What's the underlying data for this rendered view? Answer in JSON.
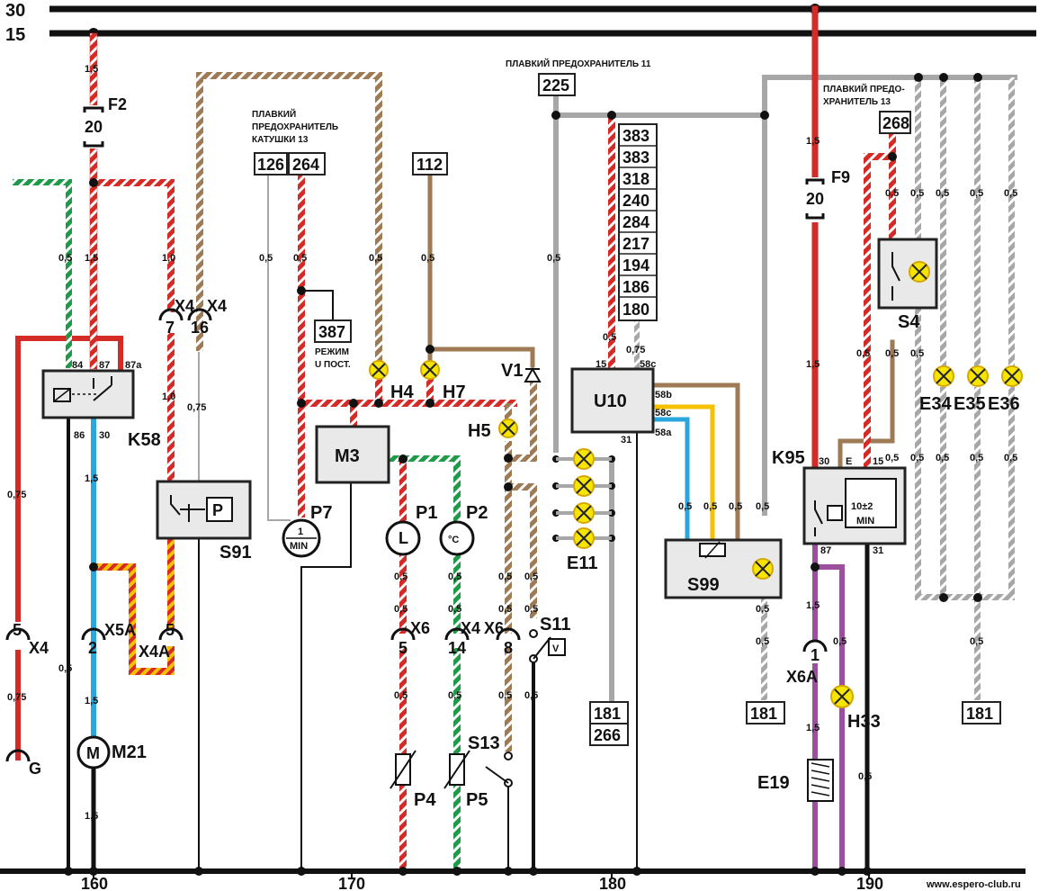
{
  "rails": {
    "top": "30",
    "second": "15"
  },
  "scale": {
    "ticks": [
      "160",
      "170",
      "180",
      "190"
    ]
  },
  "watermark": "www.espero-club.ru",
  "fuse_notes": {
    "fuse11": "ПЛАВКИЙ ПРЕДОХРАНИТЕЛЬ 11",
    "fuse13_right_1": "ПЛАВКИЙ ПРЕДО-",
    "fuse13_right_2": "ХРАНИТЕЛЬ 13",
    "coil_1": "ПЛАВКИЙ",
    "coil_2": "ПРЕДОХРАНИТЕЛЬ",
    "coil_3": "КАТУШКИ 13"
  },
  "mode_note": {
    "line1": "РЕЖИМ",
    "line2": "U ПОСТ."
  },
  "refs": {
    "r225": "225",
    "r268": "268",
    "r126": "126",
    "r264": "264",
    "r112": "112",
    "r387": "387",
    "col": [
      "383",
      "383",
      "318",
      "240",
      "284",
      "217",
      "194",
      "186",
      "180"
    ],
    "r181a": "181",
    "r266": "266",
    "r181b": "181",
    "r181c": "181"
  },
  "fuses": {
    "f2": "F2",
    "f2_val": "20",
    "f9": "F9",
    "f9_val": "20"
  },
  "components": {
    "K58": "K58",
    "K95": "K95",
    "M3": "M3",
    "M21": "M21",
    "P7": "P7",
    "P1": "P1",
    "P2": "P2",
    "P4": "P4",
    "P5": "P5",
    "S91": "S91",
    "S99": "S99",
    "S4": "S4",
    "S11": "S11",
    "S13": "S13",
    "U10": "U10",
    "V1": "V1",
    "H4": "H4",
    "H7": "H7",
    "H5": "H5",
    "H33": "H33",
    "E11": "E11",
    "E19": "E19",
    "E34": "E34",
    "E35": "E35",
    "E36": "E36"
  },
  "component_text": {
    "p_box": "P",
    "m21_sym": "M",
    "p1_sym": "L",
    "p2_sym": "°C",
    "p7_top": "1",
    "p7_bot": "MIN",
    "k95_top": "10±2",
    "k95_bot": "MIN",
    "s11_box": "V"
  },
  "pins": {
    "k58_84": "84",
    "k58_87": "87",
    "k58_87a": "87a",
    "k58_86": "86",
    "k58_30": "30",
    "k95_30": "30",
    "k95_E": "E",
    "k95_15": "15",
    "k95_87": "87",
    "k95_31": "31",
    "u10_15": "15",
    "u10_58c_top": "58c",
    "u10_58b": "58b",
    "u10_58c": "58c",
    "u10_58a": "58a",
    "u10_31": "31"
  },
  "connectors": {
    "x4_1": "X4",
    "x4_1_pin": "7",
    "x4_2": "X4",
    "x4_2_pin": "16",
    "x4_3": "X4",
    "x4_3_pin": "5",
    "x5a": "X5A",
    "x5a_pin": "2",
    "x4a": "X4A",
    "x4a_pin": "5",
    "g": "G",
    "x6_1": "X6",
    "x6_1_pin": "5",
    "x4_4": "X4",
    "x4_4_pin": "14",
    "x6_2": "X6",
    "x6_2_pin": "8",
    "x6a": "X6A",
    "x6a_pin": "1"
  },
  "wire_sizes": {
    "w1": "1,5",
    "w2": "1,5",
    "w3": "1,5",
    "w4": "1,5",
    "w5": "0,5",
    "w6": "1,0",
    "w7": "1,0",
    "w8": "0,75",
    "w9": "0,5",
    "w10": "0,5",
    "w11": "0,5",
    "w12": "0,5",
    "w13": "0,75",
    "w14": "0,75",
    "w15": "0,5",
    "w16": "1,5",
    "w17": "0,5",
    "w18": "0,5",
    "w19": "0,5",
    "w20": "0,5",
    "w21": "0,5",
    "w22": "0,5",
    "w23": "0,5",
    "w24": "0,5",
    "w25": "0,5",
    "w26": "0,5",
    "w27": "0,5",
    "w28": "0,5",
    "w29": "0,75",
    "w30": "0,5",
    "w31": "0,5",
    "w32": "0,5",
    "w33": "0,5",
    "w34": "0,5",
    "w35": "1,5",
    "w36": "1,5",
    "w37": "0,5",
    "w38": "0,5",
    "w39": "0,5",
    "w40": "0,5",
    "w41": "0,5",
    "w42": "0,5",
    "w43": "0,5",
    "w44": "0,5",
    "w45": "1,5",
    "w46": "0,5",
    "w47": "1,5",
    "w48": "0,5",
    "w49": "0,5",
    "w50": "0,5",
    "w51": "0,5",
    "w52": "0,5",
    "w53": "0,5",
    "w54": "0,5",
    "w55": "0,5",
    "w56": "0,5",
    "w57": "0,5"
  },
  "colors": {
    "red": "#d42b27",
    "green": "#1e9a48",
    "blue": "#2aa6de",
    "brown": "#9e7b55",
    "gray": "#a7a7a7",
    "yellow": "#f6c200",
    "purple": "#9b4f9e",
    "lamp": "#f6e500",
    "black": "#111111"
  }
}
